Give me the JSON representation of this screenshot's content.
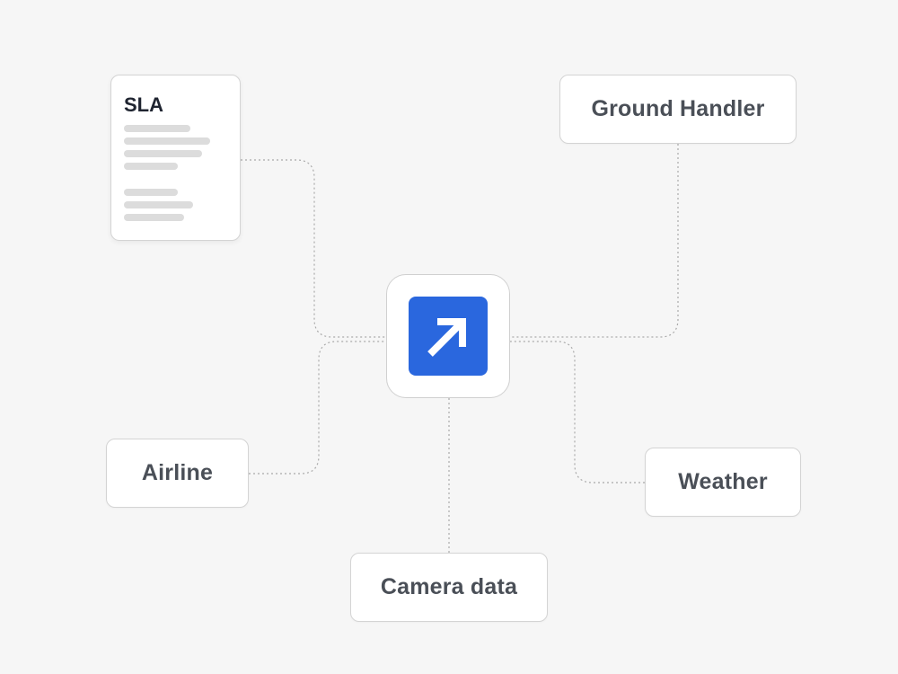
{
  "colors": {
    "background": "#f6f6f6",
    "brand_accent": "#2a67de",
    "node_border": "#d4d4d4",
    "connector": "#a9a9a9",
    "text": "#4a4f57"
  },
  "document": {
    "title": "SLA",
    "icon": "document-icon"
  },
  "hub": {
    "icon": "arrow-up-right-icon"
  },
  "nodes": {
    "ground_handler": "Ground Handler",
    "airline": "Airline",
    "weather": "Weather",
    "camera_data": "Camera data"
  }
}
